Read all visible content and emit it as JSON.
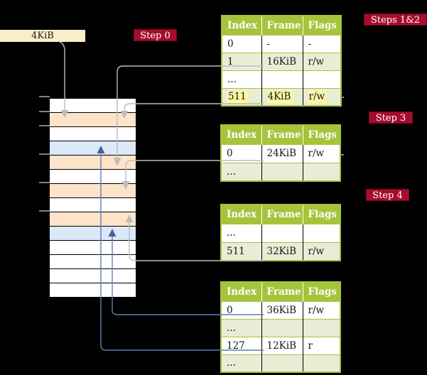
{
  "colors": {
    "background": "#000000",
    "table_header_green": "#a5c43b",
    "table_row_green": "#e8eed6",
    "row_peach": "#fde4c8",
    "row_blue": "#dbe8f8",
    "label_cream": "#faeeca",
    "badge_red": "#a60d2d",
    "highlight_yellow": "#fdf6a3",
    "connector_gray": "#b9bcc2",
    "connector_blue": "#5e7db3",
    "arrowhead_blue": "#47609c"
  },
  "page_size_label": "4KiB",
  "badges": {
    "step0": "Step 0",
    "steps12": "Steps 1&2",
    "step3": "Step 3",
    "step4": "Step 4"
  },
  "memory": {
    "rows": [
      "white",
      "peach",
      "white",
      "blue",
      "peach",
      "white",
      "peach",
      "white",
      "peach",
      "blue",
      "white",
      "white",
      "white",
      "white"
    ],
    "tick_y": [
      135,
      156,
      176,
      216,
      256,
      296
    ]
  },
  "tables": [
    {
      "id": "table-steps12",
      "headers": [
        "Index",
        "Frame",
        "Flags"
      ],
      "rows": [
        {
          "cells": [
            "0",
            "-",
            "-"
          ],
          "shaded": false,
          "highlighted": false
        },
        {
          "cells": [
            "1",
            "16KiB",
            "r/w"
          ],
          "shaded": true,
          "highlighted": false
        },
        {
          "cells": [
            "...",
            "",
            ""
          ],
          "shaded": false,
          "highlighted": false
        },
        {
          "cells": [
            "511",
            "4KiB",
            "r/w"
          ],
          "shaded": true,
          "highlighted": true
        }
      ]
    },
    {
      "id": "table-step3",
      "headers": [
        "Index",
        "Frame",
        "Flags"
      ],
      "rows": [
        {
          "cells": [
            "0",
            "24KiB",
            "r/w"
          ],
          "shaded": false,
          "highlighted": false
        },
        {
          "cells": [
            "...",
            "",
            ""
          ],
          "shaded": true,
          "highlighted": false
        }
      ]
    },
    {
      "id": "table-step4a",
      "headers": [
        "Index",
        "Frame",
        "Flags"
      ],
      "rows": [
        {
          "cells": [
            "...",
            "",
            ""
          ],
          "shaded": false,
          "highlighted": false
        },
        {
          "cells": [
            "511",
            "32KiB",
            "r/w"
          ],
          "shaded": true,
          "highlighted": false
        }
      ]
    },
    {
      "id": "table-step4b",
      "headers": [
        "Index",
        "Frame",
        "Flags"
      ],
      "rows": [
        {
          "cells": [
            "0",
            "36KiB",
            "r/w"
          ],
          "shaded": false,
          "highlighted": false
        },
        {
          "cells": [
            "...",
            "",
            ""
          ],
          "shaded": true,
          "highlighted": false
        },
        {
          "cells": [
            "127",
            "12KiB",
            "r"
          ],
          "shaded": false,
          "highlighted": false
        },
        {
          "cells": [
            "...",
            "",
            ""
          ],
          "shaded": true,
          "highlighted": false
        }
      ]
    }
  ]
}
